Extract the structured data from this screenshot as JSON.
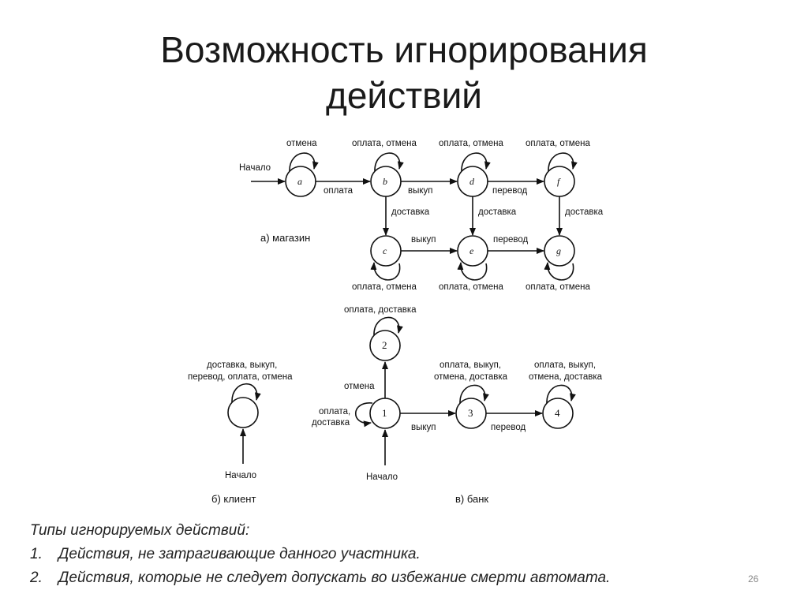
{
  "title": {
    "line1": "Возможность игнорирования",
    "line2": "действий"
  },
  "diagram": {
    "states": {
      "a": "a",
      "b": "b",
      "c": "c",
      "d": "d",
      "e": "e",
      "f": "f",
      "g": "g",
      "s1": "1",
      "s2": "2",
      "s3": "3",
      "s4": "4"
    },
    "labels": {
      "start": "Начало",
      "pay": "оплата",
      "buyout": "выкуп",
      "transfer": "перевод",
      "delivery": "доставка",
      "cancel": "отмена",
      "pay_cancel": "оплата, отмена",
      "pay_delivery": "оплата, доставка",
      "pay_comma": "оплата,",
      "delivery_word": "доставка",
      "pay_buyout": "оплата, выкуп,",
      "cancel_delivery": "отмена, доставка",
      "client_loop_1": "доставка, выкуп,",
      "client_loop_2": "перевод, оплата, отмена"
    },
    "captions": {
      "shop": "а) магазин",
      "client": "б) клиент",
      "bank": "в) банк"
    }
  },
  "notes": {
    "heading": "Типы игнорируемых действий:",
    "items": [
      {
        "num": "1.",
        "text": "Действия, не затрагивающие данного участника."
      },
      {
        "num": "2.",
        "text": "Действия, которые не следует допускать во избежание смерти автомата."
      }
    ]
  },
  "page_number": "26"
}
